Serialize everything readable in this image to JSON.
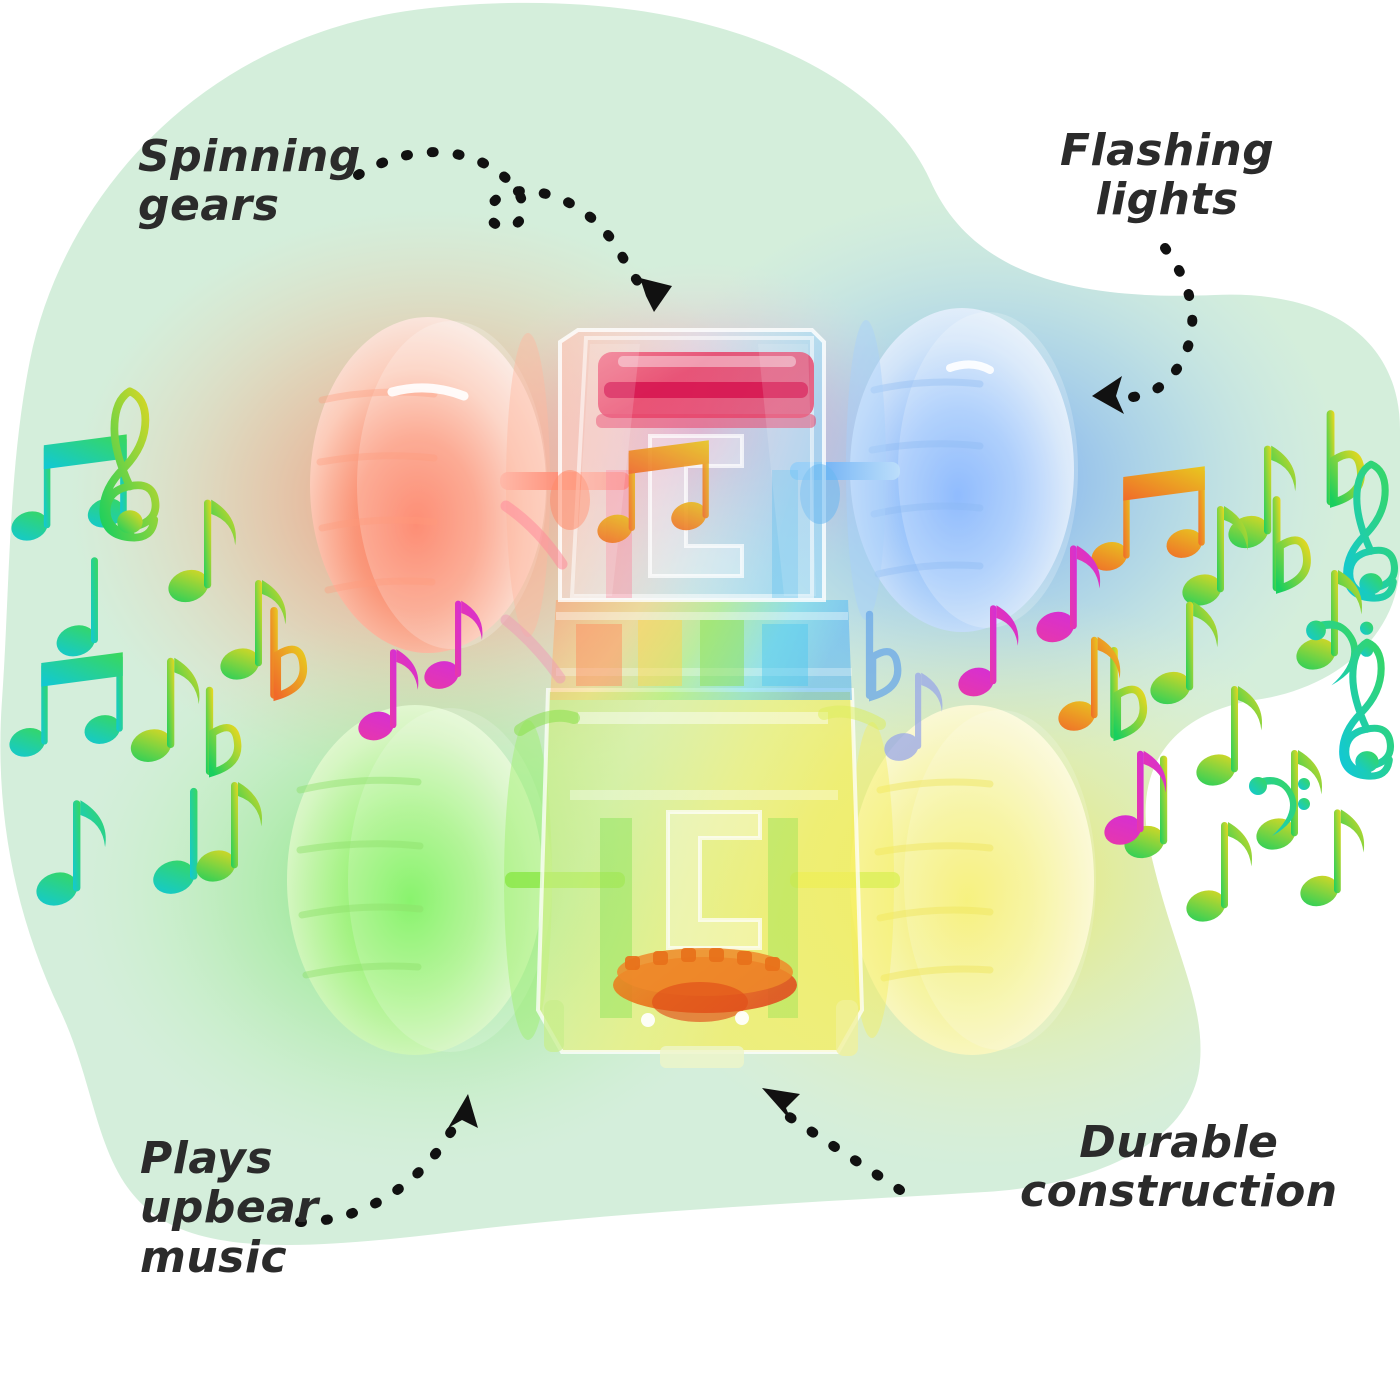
{
  "image": {
    "type": "product-infographic",
    "product": "light-up musical monster truck toy",
    "background_color": "#ffffff",
    "blob_color": "#d4eedb"
  },
  "callouts": [
    {
      "id": "spinning-gears",
      "text": "Spinning\ngears",
      "position": "top-left",
      "arrow": "dotted-curve-with-loop-pointing-down-right"
    },
    {
      "id": "flashing-lights",
      "text": "Flashing\nlights",
      "position": "top-right",
      "arrow": "dotted-s-curve-pointing-left"
    },
    {
      "id": "plays-music",
      "text": "Plays\nupbear\nmusic",
      "position": "bottom-left",
      "arrow": "dotted-curve-pointing-up-right"
    },
    {
      "id": "durable-construction",
      "text": "Durable\nconstruction",
      "position": "bottom-right",
      "arrow": "dotted-straight-pointing-up-left"
    }
  ],
  "toy": {
    "body_label": "transparent-chassis",
    "top_part_color": "#e8436a",
    "gear_color": "#e8701a",
    "wheels": [
      {
        "id": "wheel-front-left",
        "glow": "#ff6a4d",
        "label": "red-glow-wheel"
      },
      {
        "id": "wheel-front-right",
        "glow": "#4d8dff",
        "label": "blue-glow-wheel"
      },
      {
        "id": "wheel-rear-left",
        "glow": "#55e04a",
        "label": "green-glow-wheel"
      },
      {
        "id": "wheel-rear-right",
        "glow": "#f0e24a",
        "label": "yellow-glow-wheel"
      }
    ],
    "glow_colors": [
      "#ff5a4d",
      "#4d8dff",
      "#55e04a",
      "#f5e54a",
      "#e8436a"
    ]
  },
  "music_notes": {
    "count": 34,
    "gradient_from": "#19c3e8",
    "gradient_mid": "#2fd96b",
    "gradient_to": "#e8d81f",
    "accent_pink": "#e838a8",
    "glyph_types": [
      "treble-clef",
      "bass-clef",
      "eighth-note",
      "beamed-eighth-notes",
      "flat-sign",
      "sixteenth-note"
    ]
  }
}
